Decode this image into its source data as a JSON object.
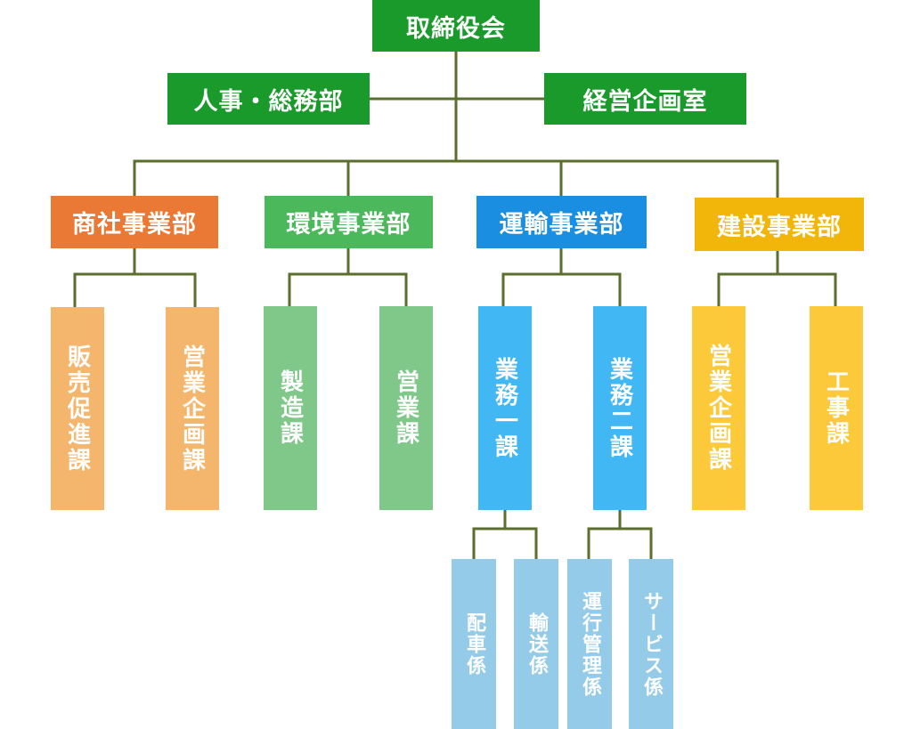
{
  "colors": {
    "line": "#5a6e2e",
    "top": "#1a9a2b",
    "shosha": "#e97935",
    "shosha_light": "#f4b56c",
    "kankyo": "#4cb85c",
    "kankyo_light": "#7fc88a",
    "unyu": "#1a8ee0",
    "unyu_mid": "#41b8f4",
    "unyu_light": "#94cbe8",
    "kensetsu": "#f2b50a",
    "kensetsu_light": "#fbc93a"
  },
  "top": {
    "board": "取締役会",
    "general_affairs": "人事・総務部",
    "planning": "経営企画室"
  },
  "divisions": {
    "shosha": {
      "label": "商社事業部",
      "sections": [
        "販売促進課",
        "営業企画課"
      ]
    },
    "kankyo": {
      "label": "環境事業部",
      "sections": [
        "製造課",
        "営業課"
      ]
    },
    "unyu": {
      "label": "運輸事業部",
      "sections": [
        "業務一課",
        "業務二課"
      ],
      "units": [
        "配車係",
        "輸送係",
        "運行管理係",
        "サービス係"
      ]
    },
    "kensetsu": {
      "label": "建設事業部",
      "sections": [
        "営業企画課",
        "工事課"
      ]
    }
  }
}
